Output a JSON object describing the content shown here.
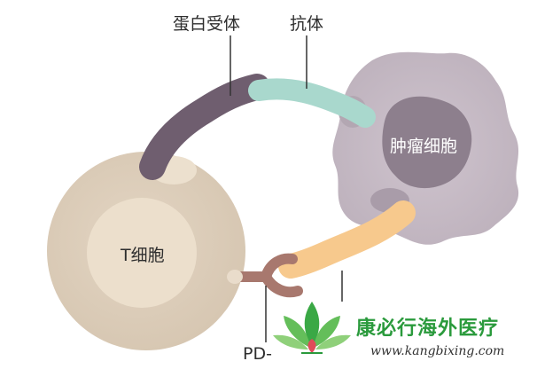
{
  "labels": {
    "protein_receptor": "蛋白受体",
    "antibody": "抗体",
    "tumor_cell": "肿瘤细胞",
    "t_cell": "T细胞",
    "pd": "PD-"
  },
  "watermark": {
    "name": "康必行海外医疗",
    "url": "www.kangbixing.com"
  },
  "colors": {
    "t_cell_outer": "#dccdba",
    "t_cell_inner": "#ecdfcb",
    "tumor": "#c9bec8",
    "tumor_nucleus": "#8d7f8d",
    "receptor": "#6f5e6f",
    "antibody": "#a9d8cd",
    "orange_arm": "#f7c98d",
    "pd_ligand": "#a8786e",
    "logo_green": "#3aa845"
  }
}
